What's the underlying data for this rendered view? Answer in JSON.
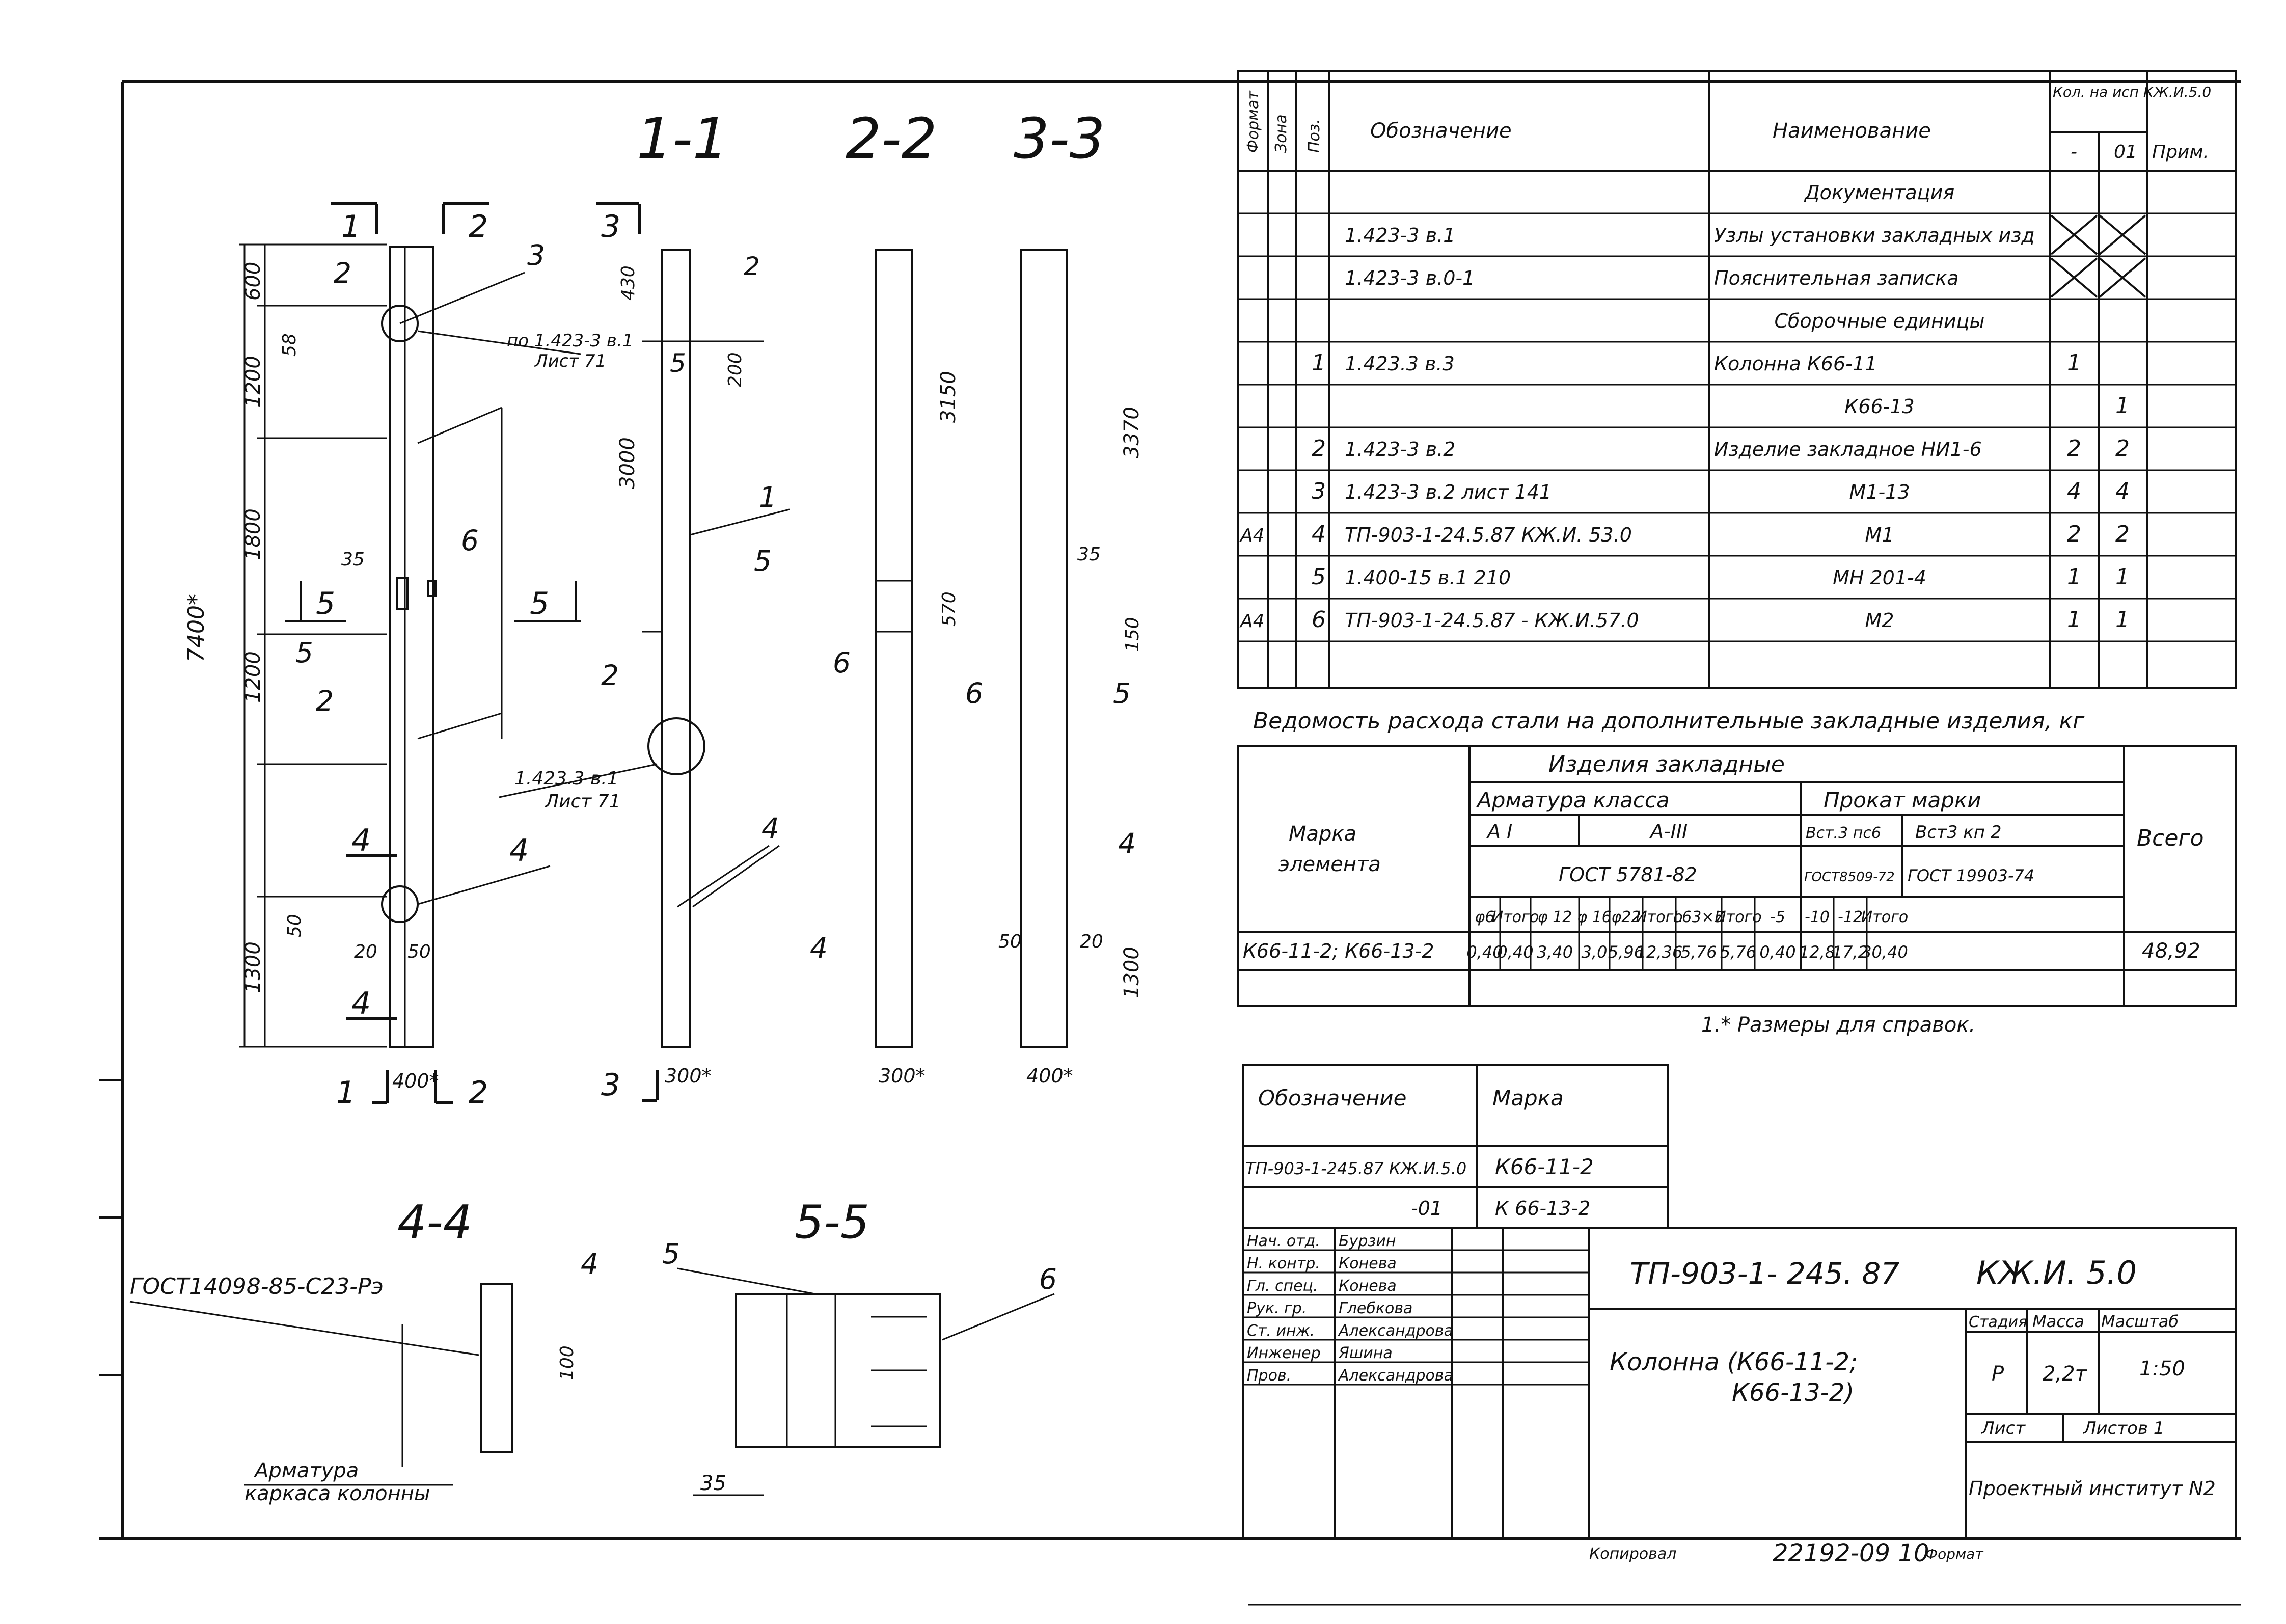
{
  "views": {
    "section_1_1": "1-1",
    "section_2_2": "2-2",
    "section_3_3": "3-3",
    "section_4_4": "4-4",
    "section_5_5": "5-5"
  },
  "main_view": {
    "cut_marks": [
      "1",
      "2",
      "3",
      "4",
      "5"
    ],
    "dims_left": [
      "600",
      "1200",
      "1800",
      "1200",
      "1300"
    ],
    "total_height": "7400*",
    "dim_58": "58",
    "dim_35": "35",
    "dim_50": "50",
    "dim_20": "20",
    "dim_50b": "50",
    "width_bottom": "400*",
    "callouts": [
      "2",
      "3",
      "6",
      "5",
      "2",
      "4",
      "5",
      "2"
    ],
    "ref_note_line1": "по 1.423-3 в.1",
    "ref_note_line2": "Лист 71"
  },
  "view_1_1": {
    "dims": [
      "430",
      "3000",
      "200"
    ],
    "callouts": [
      "2",
      "5",
      "1",
      "5",
      "2",
      "4"
    ],
    "ref_note_line1": "1.423.3 в.1",
    "ref_note_line2": "Лист 71",
    "width_bottom": "300*"
  },
  "view_2_2": {
    "dims": [
      "3150",
      "570"
    ],
    "callouts": [
      "6",
      "4"
    ],
    "width_bottom": "300*"
  },
  "view_3_3": {
    "dims": [
      "3370",
      "150",
      "35",
      "1300",
      "50",
      "20"
    ],
    "callouts": [
      "6",
      "5",
      "4"
    ],
    "width_bottom": "400*"
  },
  "view_4_4": {
    "note": "ГОСТ14098-85-С23-Рэ",
    "callout": "4",
    "dim": "100",
    "caption_line1": "Арматура",
    "caption_line2": "каркаса колонны"
  },
  "view_5_5": {
    "callouts": [
      "5",
      "6"
    ],
    "dim": "35"
  },
  "spec_table": {
    "headers": {
      "format": "Формат",
      "zone": "Зона",
      "pos": "Поз.",
      "designation": "Обозначение",
      "name": "Наименование",
      "qty_title": "Кол. на исп КЖ.И.5.0",
      "qty_col1": "-",
      "qty_col2": "01",
      "note": "Прим."
    },
    "rows": [
      {
        "format": "",
        "zone": "",
        "pos": "",
        "designation": "",
        "name": "Документация",
        "q1": "",
        "q2": "",
        "note": "",
        "heading": true
      },
      {
        "format": "",
        "zone": "",
        "pos": "",
        "designation": "1.423-3 в.1",
        "name": "Узлы установки закладных изд",
        "q1": "X",
        "q2": "X",
        "note": ""
      },
      {
        "format": "",
        "zone": "",
        "pos": "",
        "designation": "1.423-3 в.0-1",
        "name": "Пояснительная записка",
        "q1": "X",
        "q2": "X",
        "note": ""
      },
      {
        "format": "",
        "zone": "",
        "pos": "",
        "designation": "",
        "name": "Сборочные единицы",
        "q1": "",
        "q2": "",
        "note": "",
        "heading": true
      },
      {
        "format": "",
        "zone": "",
        "pos": "1",
        "designation": "1.423.3 в.3",
        "name": "Колонна К66-11",
        "q1": "1",
        "q2": "",
        "note": ""
      },
      {
        "format": "",
        "zone": "",
        "pos": "",
        "designation": "",
        "name": "К66-13",
        "q1": "",
        "q2": "1",
        "note": ""
      },
      {
        "format": "",
        "zone": "",
        "pos": "2",
        "designation": "1.423-3 в.2",
        "name": "Изделие закладное НИ1-6",
        "q1": "2",
        "q2": "2",
        "note": ""
      },
      {
        "format": "",
        "zone": "",
        "pos": "3",
        "designation": "1.423-3 в.2 лист 141",
        "name": "М1-13",
        "q1": "4",
        "q2": "4",
        "note": ""
      },
      {
        "format": "А4",
        "zone": "",
        "pos": "4",
        "designation": "ТП-903-1-24.5.87 КЖ.И. 53.0",
        "name": "М1",
        "q1": "2",
        "q2": "2",
        "note": ""
      },
      {
        "format": "",
        "zone": "",
        "pos": "5",
        "designation": "1.400-15 в.1 210",
        "name": "МН 201-4",
        "q1": "1",
        "q2": "1",
        "note": ""
      },
      {
        "format": "А4",
        "zone": "",
        "pos": "6",
        "designation": "ТП-903-1-24.5.87 - КЖ.И.57.0",
        "name": "М2",
        "q1": "1",
        "q2": "1",
        "note": ""
      },
      {
        "format": "",
        "zone": "",
        "pos": "",
        "designation": "",
        "name": "",
        "q1": "",
        "q2": "",
        "note": ""
      }
    ]
  },
  "steel_table": {
    "title": "Ведомость расхода стали на дополнительные закладные изделия, кг",
    "element_label_line1": "Марка",
    "element_label_line2": "элемента",
    "group_title": "Изделия закладные",
    "rebar_title": "Арматура класса",
    "profile_title": "Прокат марки",
    "total_title": "Всего",
    "class_ai": "А I",
    "class_aiii": "А-III",
    "gost_5781": "ГОСТ 5781-82",
    "steel_vst3ps6": "Вст.3 пс6",
    "steel_vst3kp2": "Вст3 кп 2",
    "gost_8509": "ГОСТ8509-72",
    "gost_19903": "ГОСТ 19903-74",
    "sub_headers": [
      "φ6",
      "Итого",
      "φ 12",
      "φ 16",
      "φ22",
      "Итого",
      "L63×5",
      "Итого",
      "-5",
      "-10",
      "-12",
      "Итого"
    ],
    "row_label": "К66-11-2; К66-13-2",
    "row_values": [
      "0,40",
      "0,40",
      "3,40",
      "3,0",
      "5,96",
      "12,36",
      "5,76",
      "5,76",
      "0,40",
      "12,8",
      "17,2",
      "30,40"
    ],
    "row_total": "48,92",
    "footnote": "1.* Размеры для справок."
  },
  "marks_table": {
    "col1": "Обозначение",
    "col2": "Марка",
    "rows": [
      {
        "designation": "ТП-903-1-245.87 КЖ.И.5.0",
        "mark": "К66-11-2"
      },
      {
        "designation": "-01",
        "mark": "К 66-13-2"
      }
    ]
  },
  "title_block": {
    "signatures": [
      {
        "role": "Нач. отд.",
        "name": "Бурзин"
      },
      {
        "role": "Н. контр.",
        "name": "Конева"
      },
      {
        "role": "Гл. спец.",
        "name": "Конева"
      },
      {
        "role": "Рук. гр.",
        "name": "Глебкова"
      },
      {
        "role": "Ст. инж.",
        "name": "Александрова"
      },
      {
        "role": "Инженер",
        "name": "Яшина"
      },
      {
        "role": "Пров.",
        "name": "Александрова"
      }
    ],
    "doc_number": "ТП-903-1- 245. 87",
    "doc_code": "КЖ.И. 5.0",
    "title_line1": "Колонна (К66-11-2;",
    "title_line2": "К66-13-2)",
    "stage_label": "Стадия",
    "mass_label": "Масса",
    "scale_label": "Масштаб",
    "stage": "Р",
    "mass": "2,2т",
    "scale": "1:50",
    "sheet_label": "Лист",
    "sheets_label": "Листов 1",
    "organization": "Проектный институт N2"
  },
  "footer": {
    "copied_label": "Копировал",
    "copied_sig": "",
    "order_number": "22192-09 10",
    "format_label": "Формат"
  }
}
